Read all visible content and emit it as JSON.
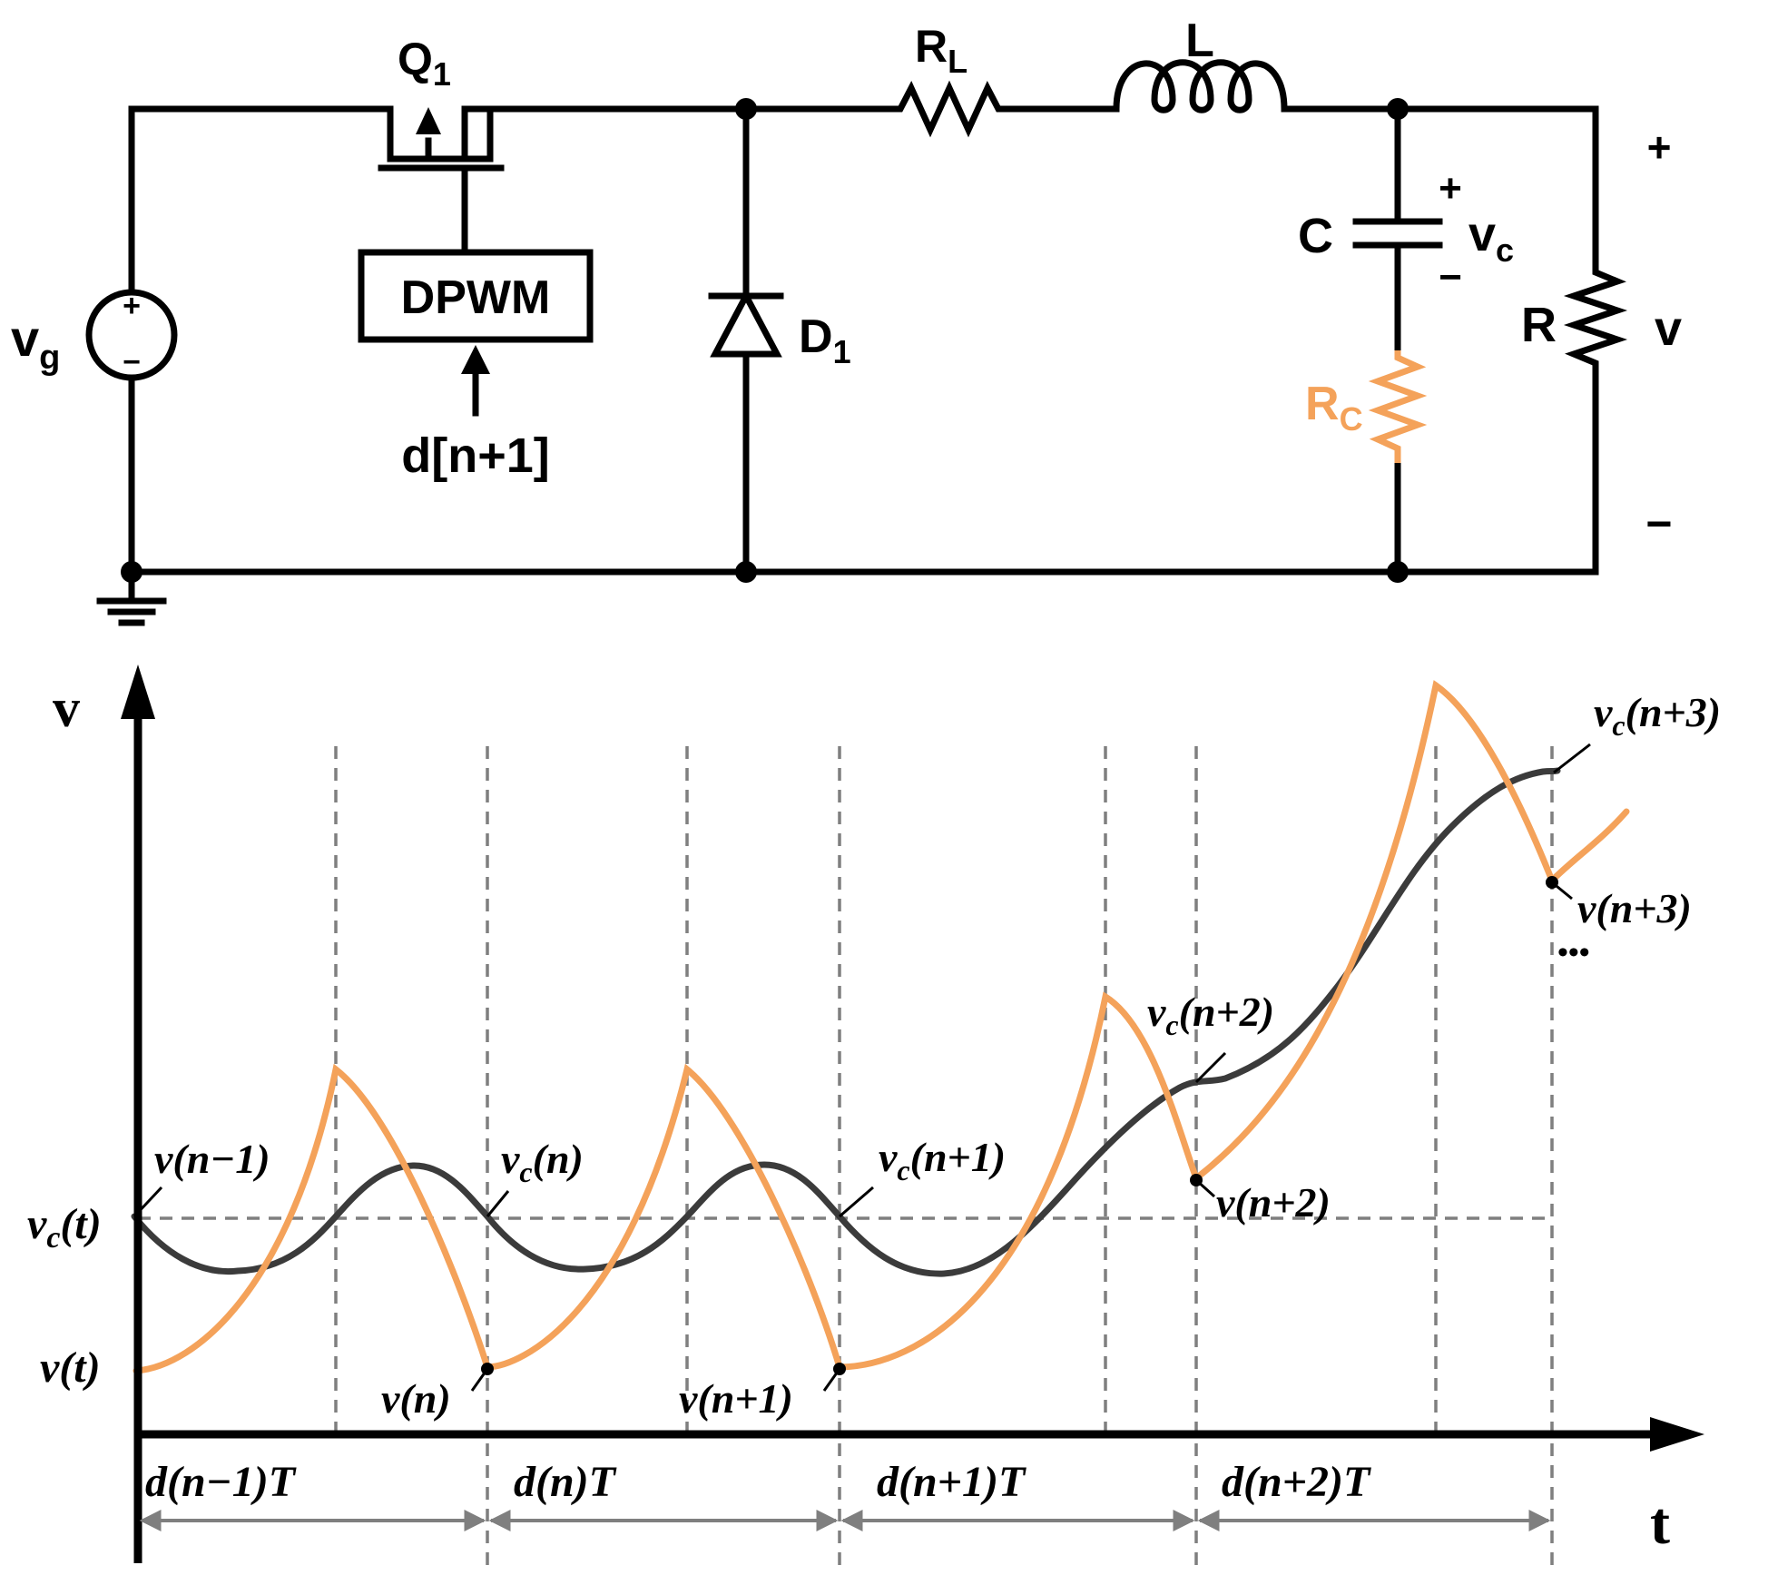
{
  "colors": {
    "wire": "#000000",
    "rc_label": "#f4a25a",
    "v_trace": "#f4a25a",
    "vc_trace": "#3b3b3b",
    "grid": "#7f7f7f"
  },
  "circuit": {
    "source": {
      "main": "v",
      "sub": "g",
      "plus": "+",
      "minus": "−"
    },
    "switch": {
      "main": "Q",
      "sub": "1"
    },
    "controller": "DPWM",
    "control_input": "d[n+1]",
    "diode": {
      "main": "D",
      "sub": "1"
    },
    "rl": {
      "main": "R",
      "sub": "L"
    },
    "inductor": "L",
    "capacitor": "C",
    "vc": {
      "main": "v",
      "sub": "c",
      "plus": "+",
      "minus": "−"
    },
    "rc": {
      "main": "R",
      "sub": "C"
    },
    "load": "R",
    "output": {
      "label": "v",
      "plus": "+",
      "minus": "−"
    }
  },
  "waveform": {
    "y_axis_label": "v",
    "x_axis_label": "t",
    "y_ticks": {
      "vc": {
        "pre": "v",
        "sub": "c",
        "post": "(t)"
      },
      "v": "v(t)"
    },
    "annotations": {
      "v_nm1": "v(n−1)",
      "vc_n": {
        "pre": "v",
        "sub": "c",
        "post": "(n)"
      },
      "v_n": "v(n)",
      "vc_n1": {
        "pre": "v",
        "sub": "c",
        "post": "(n+1)"
      },
      "v_n1": "v(n+1)",
      "vc_n2": {
        "pre": "v",
        "sub": "c",
        "post": "(n+2)"
      },
      "v_n2": "v(n+2)",
      "vc_n3": {
        "pre": "v",
        "sub": "c",
        "post": "(n+3)"
      },
      "v_n3": "v(n+3)",
      "ellipsis": "•••"
    },
    "periods": [
      "d(n−1)T",
      "d(n)T",
      "d(n+1)T",
      "d(n+2)T"
    ]
  }
}
